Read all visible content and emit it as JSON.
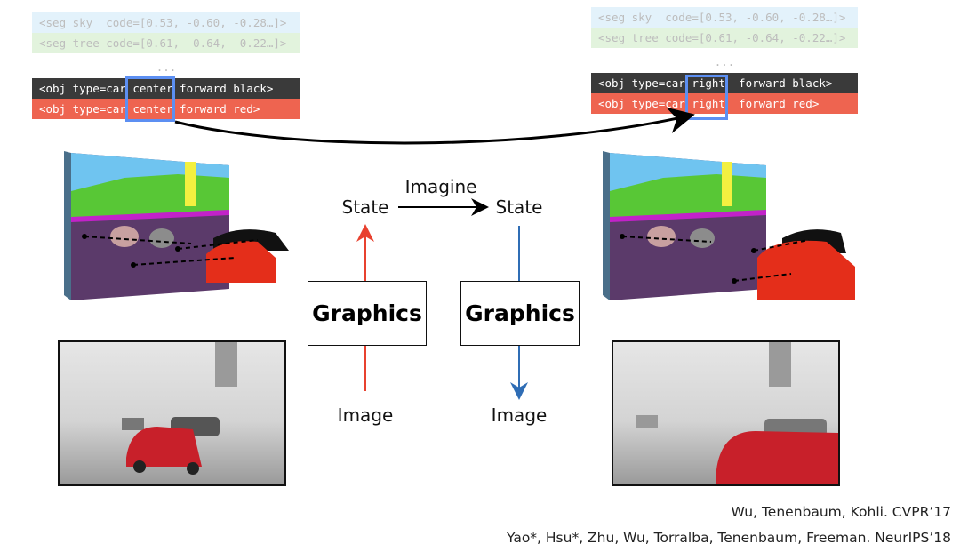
{
  "left_code": {
    "seg_sky": "<seg sky  code=[0.53, -0.60, -0.28…]>",
    "seg_tree": "<seg tree code=[0.61, -0.64, -0.22…]>",
    "ellipsis": "...",
    "obj_black": "<obj type=car center forward black>",
    "obj_red": "<obj type=car center forward red>"
  },
  "right_code": {
    "seg_sky": "<seg sky  code=[0.53, -0.60, -0.28…]>",
    "seg_tree": "<seg tree code=[0.61, -0.64, -0.22…]>",
    "ellipsis": "...",
    "obj_black": "<obj type=car right  forward black>",
    "obj_red": "<obj type=car right  forward red>"
  },
  "diagram": {
    "state_left": "State",
    "imagine": "Imagine",
    "state_right": "State",
    "graphics_left": "Graphics",
    "graphics_right": "Graphics",
    "image_left": "Image",
    "image_right": "Image"
  },
  "colors": {
    "red_arrow": "#e8412f",
    "blue_arrow": "#2f6db5",
    "highlight": "#5c8ff2"
  },
  "citations": [
    "Wu, Tenenbaum, Kohli. CVPR’17",
    "Yao*, Hsu*, Zhu, Wu, Torralba, Tenenbaum, Freeman. NeurIPS’18"
  ]
}
